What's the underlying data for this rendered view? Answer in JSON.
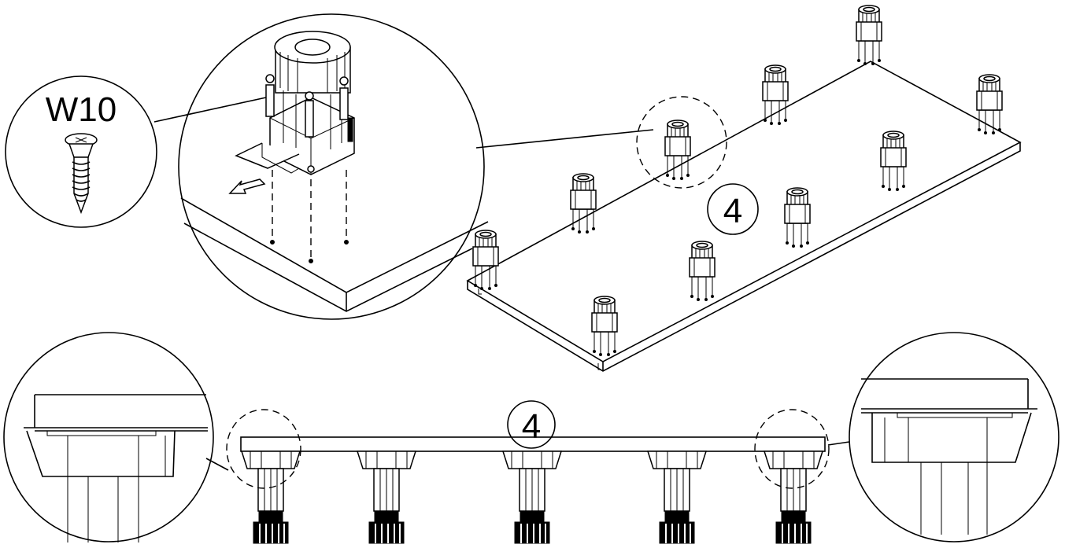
{
  "screw_callout": {
    "label": "W10",
    "icon": "screw-icon"
  },
  "panel": {
    "part_number": "4"
  },
  "side_view": {
    "part_number": "4"
  },
  "icons": {
    "arrow": "direction-arrow-icon",
    "foot": "leveling-foot-icon"
  }
}
